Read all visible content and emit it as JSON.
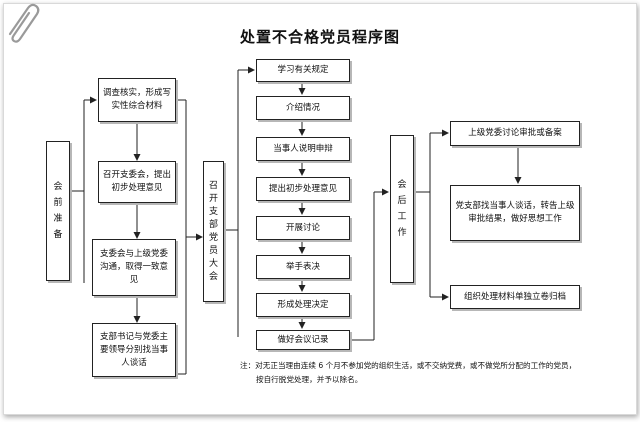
{
  "title": "处置不合格党员程序图",
  "pre_meeting": {
    "label": "会前准备",
    "steps": [
      "调查核实，形成写实性综合材料",
      "召开支委会，提出初步处理意见",
      "支委会与上级党委沟通，取得一致意见",
      "支部书记与党委主要领导分别找当事人谈话"
    ]
  },
  "meeting": {
    "label": "召开支部党员大会",
    "steps": [
      "学习有关规定",
      "介绍情况",
      "当事人说明申辩",
      "提出初步处理意见",
      "开展讨论",
      "举手表决",
      "形成处理决定",
      "做好会议记录"
    ]
  },
  "post_meeting": {
    "label": "会后工作",
    "steps": [
      "上级党委讨论审批或备案",
      "党支部找当事人谈话，转告上级审批结果，做好思想工作",
      "组织处理材料单独立卷归档"
    ]
  },
  "note": {
    "line1": "注：对无正当理由连续 6 个月不参加党的组织生活，或不交纳党费，或不做党所分配的工作的党员，",
    "line2": "按自行脱党处理，并予以除名。"
  },
  "colors": {
    "line": "#222222",
    "shadow": "#b7b7b7",
    "text": "#111111"
  }
}
